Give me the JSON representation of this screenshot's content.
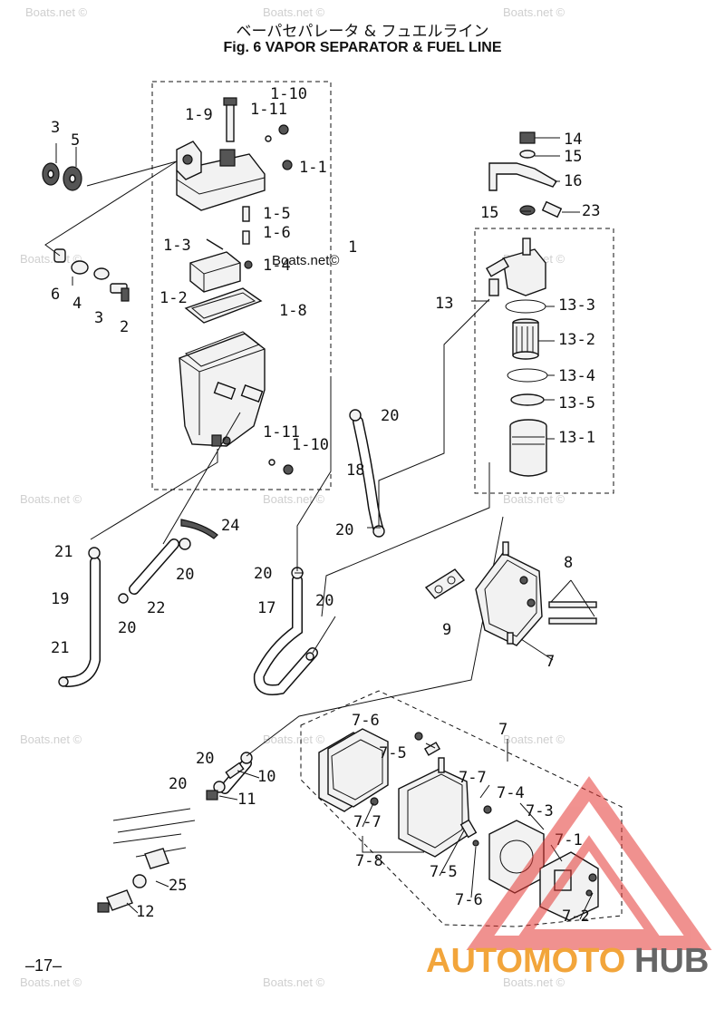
{
  "header": {
    "title_jp": "ベーパセパレータ & フュエルライン",
    "title_en": "Fig. 6    VAPOR SEPARATOR & FUEL LINE"
  },
  "page_number": "–17–",
  "labels": {
    "p1_10a": "1-10",
    "p1_9": "1-9",
    "p1_11a": "1-11",
    "p1_1": "1-1",
    "p3a": "3",
    "p5": "5",
    "p1_5": "1-5",
    "p1_6": "1-6",
    "p1_3": "1-3",
    "p1": "1",
    "p1_4": "1-4",
    "p6": "6",
    "p4": "4",
    "p3b": "3",
    "p2": "2",
    "p1_2": "1-2",
    "p1_8": "1-8",
    "p20a": "20",
    "p1_11b": "1-11",
    "p1_10b": "1-10",
    "p18": "18",
    "p24": "24",
    "p21a": "21",
    "p20b": "20",
    "p22": "22",
    "p19": "19",
    "p20c": "20",
    "p21b": "21",
    "p14": "14",
    "p15a": "15",
    "p16": "16",
    "p15b": "15",
    "p23": "23",
    "p13": "13",
    "p13_3": "13-3",
    "p13_2": "13-2",
    "p13_4": "13-4",
    "p13_5": "13-5",
    "p13_1": "13-1",
    "p20d": "20",
    "p20e": "20",
    "p17": "17",
    "p20f": "20",
    "p8": "8",
    "p9": "9",
    "p7a": "7",
    "p7b": "7",
    "p7_6a": "7-6",
    "p7_5a": "7-5",
    "p7_7a": "7-7",
    "p7_4": "7-4",
    "p7_3": "7-3",
    "p7_7b": "7-7",
    "p7_1": "7-1",
    "p7_8": "7-8",
    "p7_5b": "7-5",
    "p7_6b": "7-6",
    "p7_2": "7-2",
    "p20g": "20",
    "p20h": "20",
    "p10": "10",
    "p11": "11",
    "p25": "25",
    "p12": "12"
  },
  "watermarks": {
    "text": "Boats.net ©",
    "center_text": "Boats.net©"
  },
  "brand": {
    "part1": "AUTOMOTO",
    "part2": "HUB",
    "accent_color": "#f2a53b",
    "triangle_color": "#e53935"
  }
}
